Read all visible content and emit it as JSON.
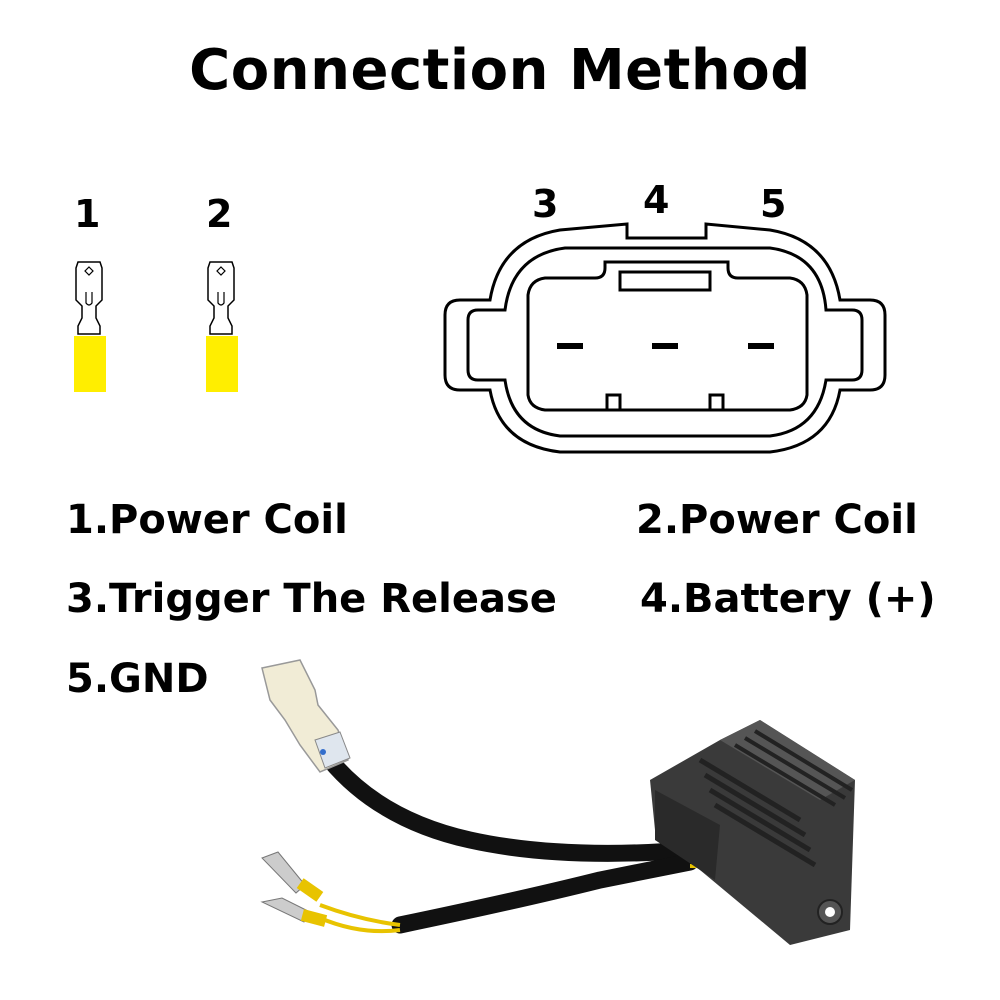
{
  "title": "Connection Method",
  "pins": {
    "p1": "1",
    "p2": "2",
    "p3": "3",
    "p4": "4",
    "p5": "5"
  },
  "legend": {
    "item1": "1.Power Coil",
    "item2": "2.Power Coil",
    "item3": "3.Trigger The Release",
    "item4": "4.Battery (+)",
    "item5": "5.GND"
  },
  "colors": {
    "terminal_sleeve": "#ffee00",
    "outline": "#000000",
    "regulator_body": "#3a3a3a"
  }
}
